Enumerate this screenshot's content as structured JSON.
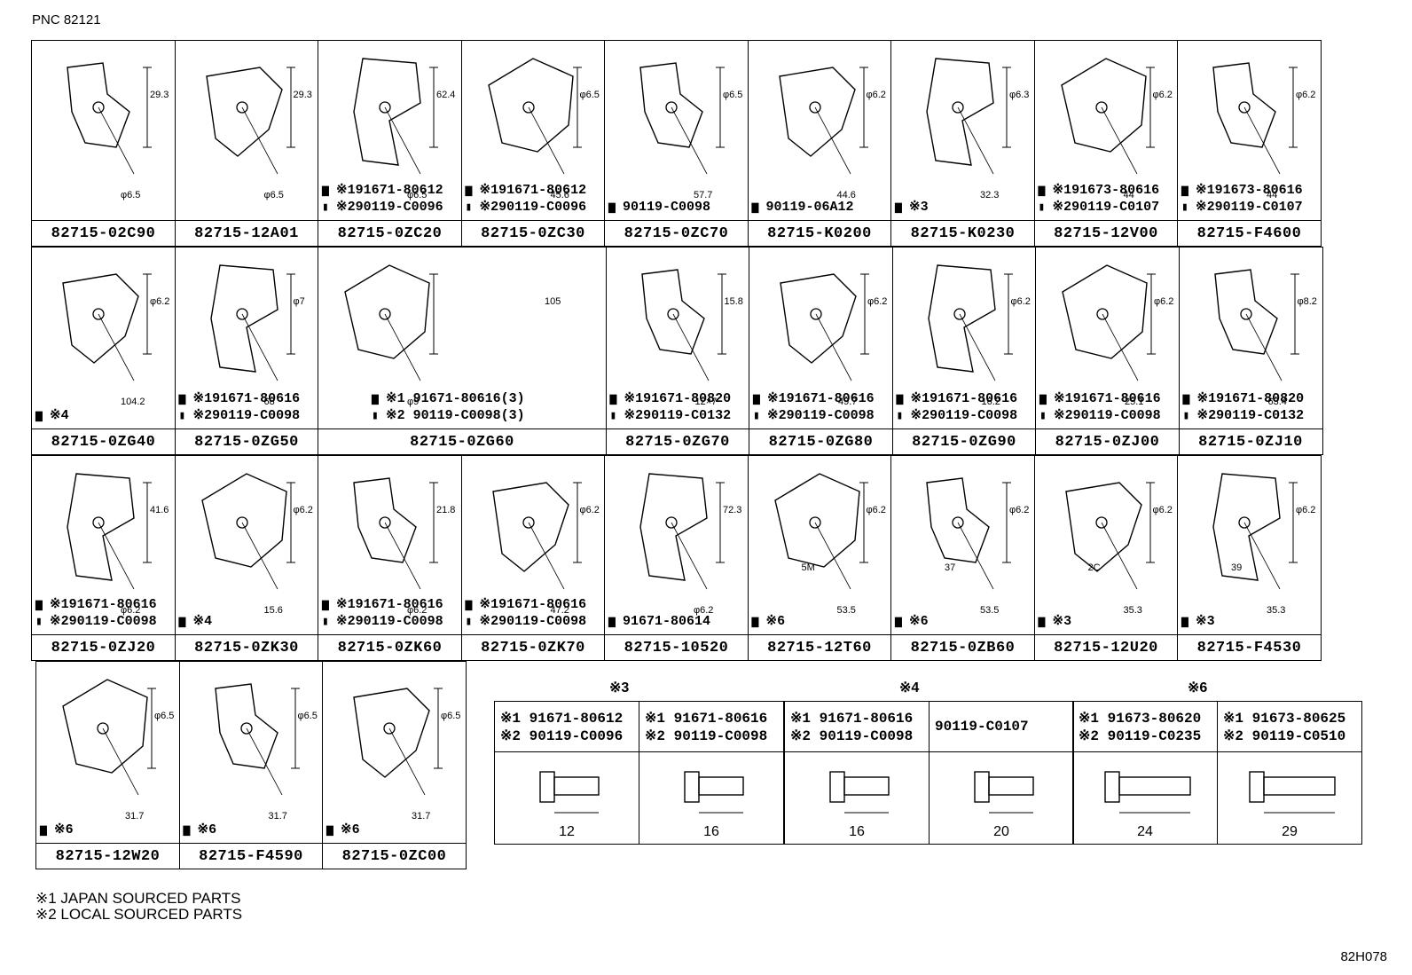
{
  "pnc": "PNC 82121",
  "rows": [
    [
      {
        "pn": "82715-02C90",
        "dims": [
          "29.3",
          "φ6.5"
        ],
        "bolts": []
      },
      {
        "pn": "82715-12A01",
        "dims": [
          "29.3",
          "φ6.5"
        ],
        "bolts": []
      },
      {
        "pn": "82715-0ZC20",
        "dims": [
          "62.4",
          "φ6.5"
        ],
        "bolts": [
          "※191671-80612",
          "※290119-C0096"
        ]
      },
      {
        "pn": "82715-0ZC30",
        "dims": [
          "φ6.5",
          "45.6"
        ],
        "bolts": [
          "※191671-80612",
          "※290119-C0096"
        ]
      },
      {
        "pn": "82715-0ZC70",
        "dims": [
          "φ6.5",
          "57.7"
        ],
        "bolts": [
          "90119-C0098"
        ]
      },
      {
        "pn": "82715-K0200",
        "dims": [
          "φ6.2",
          "44.6"
        ],
        "bolts": [
          "90119-06A12"
        ]
      },
      {
        "pn": "82715-K0230",
        "dims": [
          "φ6.3",
          "32.3"
        ],
        "bolts": [
          "※3"
        ]
      },
      {
        "pn": "82715-12V00",
        "dims": [
          "φ6.2",
          "44"
        ],
        "bolts": [
          "※191673-80616",
          "※290119-C0107"
        ]
      },
      {
        "pn": "82715-F4600",
        "dims": [
          "φ6.2",
          "44"
        ],
        "bolts": [
          "※191673-80616",
          "※290119-C0107"
        ]
      }
    ],
    [
      {
        "pn": "82715-0ZG40",
        "dims": [
          "φ6.2",
          "104.2"
        ],
        "bolts": [
          "※4"
        ]
      },
      {
        "pn": "82715-0ZG50",
        "dims": [
          "φ7",
          "68"
        ],
        "bolts": [
          "※191671-80616",
          "※290119-C0098"
        ]
      },
      {
        "pn": "82715-0ZG60",
        "dims": [
          "105",
          "φ9"
        ],
        "bolts": [
          "※1 91671-80616(3)",
          "※2 90119-C0098(3)"
        ],
        "wide": true
      },
      {
        "pn": "82715-0ZG70",
        "dims": [
          "15.8",
          "12×7"
        ],
        "bolts": [
          "※191671-80820",
          "※290119-C0132"
        ]
      },
      {
        "pn": "82715-0ZG80",
        "dims": [
          "φ6.2",
          "49.7"
        ],
        "bolts": [
          "※191671-80616",
          "※290119-C0098"
        ]
      },
      {
        "pn": "82715-0ZG90",
        "dims": [
          "φ6.2",
          "16.2"
        ],
        "bolts": [
          "※191671-80616",
          "※290119-C0098"
        ]
      },
      {
        "pn": "82715-0ZJ00",
        "dims": [
          "φ6.2",
          "25.1"
        ],
        "bolts": [
          "※191671-80616",
          "※290119-C0098"
        ]
      },
      {
        "pn": "82715-0ZJ10",
        "dims": [
          "φ8.2",
          "63.4"
        ],
        "bolts": [
          "※191671-80820",
          "※290119-C0132"
        ]
      }
    ],
    [
      {
        "pn": "82715-0ZJ20",
        "dims": [
          "41.6",
          "φ6.2"
        ],
        "bolts": [
          "※191671-80616",
          "※290119-C0098"
        ]
      },
      {
        "pn": "82715-0ZK30",
        "dims": [
          "φ6.2",
          "15.6"
        ],
        "bolts": [
          "※4"
        ]
      },
      {
        "pn": "82715-0ZK60",
        "dims": [
          "21.8",
          "φ6.2"
        ],
        "bolts": [
          "※191671-80616",
          "※290119-C0098"
        ]
      },
      {
        "pn": "82715-0ZK70",
        "dims": [
          "φ6.2",
          "47.2"
        ],
        "bolts": [
          "※191671-80616",
          "※290119-C0098"
        ]
      },
      {
        "pn": "82715-10520",
        "dims": [
          "72.3",
          "φ6.2"
        ],
        "bolts": [
          "91671-80614"
        ]
      },
      {
        "pn": "82715-12T60",
        "dims": [
          "φ6.2",
          "53.5",
          "5M"
        ],
        "bolts": [
          "※6"
        ]
      },
      {
        "pn": "82715-0ZB60",
        "dims": [
          "φ6.2",
          "53.5",
          "37"
        ],
        "bolts": [
          "※6"
        ]
      },
      {
        "pn": "82715-12U20",
        "dims": [
          "φ6.2",
          "35.3",
          "2C"
        ],
        "bolts": [
          "※3"
        ]
      },
      {
        "pn": "82715-F4530",
        "dims": [
          "φ6.2",
          "35.3",
          "39"
        ],
        "bolts": [
          "※3"
        ]
      }
    ],
    [
      {
        "pn": "82715-12W20",
        "dims": [
          "φ6.5",
          "31.7"
        ],
        "bolts": [
          "※6"
        ]
      },
      {
        "pn": "82715-F4590",
        "dims": [
          "φ6.5",
          "31.7"
        ],
        "bolts": [
          "※6"
        ]
      },
      {
        "pn": "82715-0ZC00",
        "dims": [
          "φ6.5",
          "31.7"
        ],
        "bolts": [
          "※6"
        ]
      }
    ]
  ],
  "groups": [
    {
      "title": "※3",
      "cols": [
        {
          "l1": "※1 91671-80612",
          "l2": "※2 90119-C0096",
          "len": "12"
        },
        {
          "l1": "※1 91671-80616",
          "l2": "※2 90119-C0098",
          "len": "16"
        }
      ]
    },
    {
      "title": "※4",
      "cols": [
        {
          "l1": "※1 91671-80616",
          "l2": "※2 90119-C0098",
          "len": "16"
        },
        {
          "l1": "90119-C0107",
          "l2": "",
          "len": "20"
        }
      ]
    },
    {
      "title": "※6",
      "cols": [
        {
          "l1": "※1 91673-80620",
          "l2": "※2 90119-C0235",
          "len": "24"
        },
        {
          "l1": "※1 91673-80625",
          "l2": "※2 90119-C0510",
          "len": "29"
        }
      ]
    }
  ],
  "footnotes": [
    "※1 JAPAN SOURCED PARTS",
    "※2 LOCAL SOURCED PARTS"
  ],
  "ref": "82H078"
}
